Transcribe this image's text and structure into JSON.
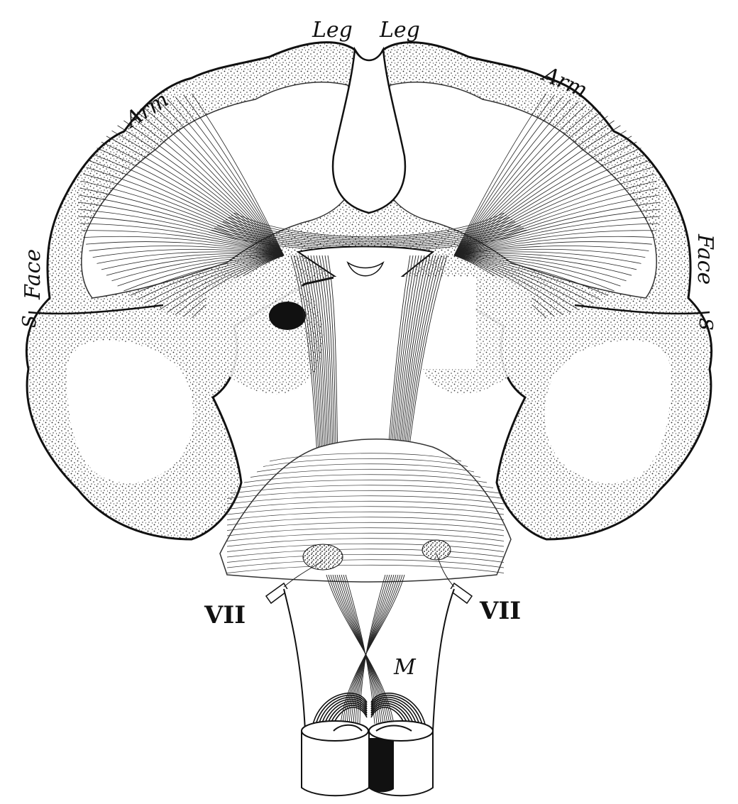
{
  "figure": {
    "labels": {
      "leg_left": "Leg",
      "leg_right": "Leg",
      "arm_left": "Arm",
      "arm_right": "Arm",
      "face_left": "Face",
      "face_right": "Face",
      "s_left": "S",
      "s_right": "S",
      "vii_left": "VII",
      "vii_right": "VII",
      "m": "M"
    }
  }
}
